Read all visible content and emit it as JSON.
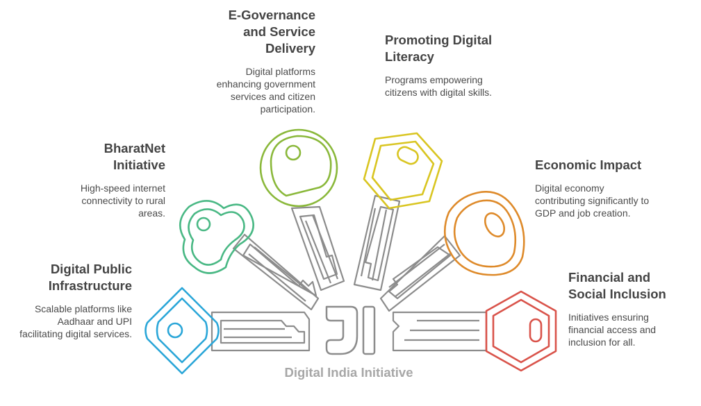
{
  "center": {
    "title": "Digital India Initiative"
  },
  "items": [
    {
      "title": "Digital Public Infrastructure",
      "desc": "Scalable platforms like Aadhaar and UPI facilitating digital services.",
      "color": "#2aa6d8"
    },
    {
      "title": "BharatNet Initiative",
      "desc": "High-speed internet connectivity to rural areas.",
      "color": "#49b884"
    },
    {
      "title": "E-Governance and Service Delivery",
      "desc": "Digital platforms enhancing government services and citizen participation.",
      "color": "#8ab83a"
    },
    {
      "title": "Promoting Digital Literacy",
      "desc": "Programs empowering citizens with digital skills.",
      "color": "#d9c521"
    },
    {
      "title": "Economic Impact",
      "desc": "Digital economy contributing significantly to GDP and job creation.",
      "color": "#de8a2a"
    },
    {
      "title": "Financial and Social Inclusion",
      "desc": "Initiatives ensuring financial access and inclusion for all.",
      "color": "#d9534a"
    }
  ],
  "colors": {
    "shaft": "#8c8c8c",
    "text": "#444444"
  }
}
